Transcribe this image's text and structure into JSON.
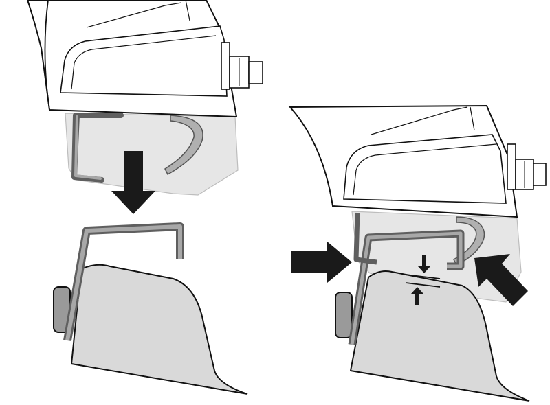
{
  "figure": {
    "panels": [
      {
        "id": "step-1",
        "action": "lower-foot-onto-bracket",
        "arrows": [
          "arrow-down"
        ]
      },
      {
        "id": "step-2",
        "action": "squeeze-foot-onto-bracket",
        "arrows": [
          "arrow-right",
          "arrow-diagonal-up-left",
          "gap-indicator"
        ]
      }
    ],
    "colors": {
      "outline": "#111111",
      "housing_fill": "#ffffff",
      "clear_pad": "#e6e6e6",
      "grip": "#b3b3b3",
      "bracket_stroke": "#5f5f5f",
      "bracket_fill": "#a8a8a8",
      "base_fill": "#d9d9d9",
      "knob_fill": "#9a9a9a",
      "arrow_fill": "#1a1a1a"
    }
  }
}
